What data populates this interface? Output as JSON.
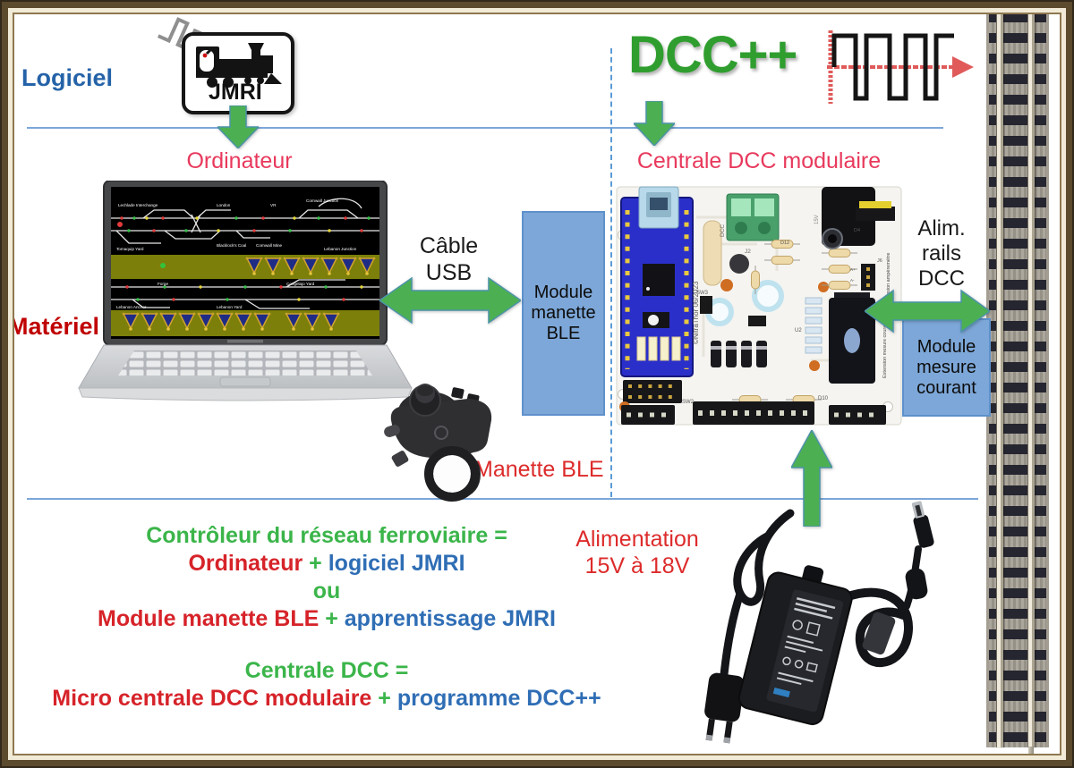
{
  "header": {
    "logiciel": "Logiciel",
    "materiel": "Matériel",
    "jmri_logo": "JMRI",
    "dcc_logo": "DCC++"
  },
  "labels": {
    "ordinateur": "Ordinateur",
    "cable_usb": "Câble USB",
    "module_manette": "Module manette BLE",
    "manette_ble": "Manette BLE",
    "centrale_dcc": "Centrale DCC modulaire",
    "alim_rails": "Alim. rails DCC",
    "module_mesure": "Module mesure courant",
    "alimentation": "Alimentation 15V à 18V"
  },
  "equations": {
    "controleur_title": "Contrôleur du réseau ferroviaire =",
    "eq1_red": "Ordinateur",
    "eq1_plus": " + ",
    "eq1_blue": "logiciel JMRI",
    "ou": "ou",
    "eq2_red": "Module manette BLE",
    "eq2_plus": " + ",
    "eq2_blue": "apprentissage JMRI",
    "centrale_title": "Centrale DCC =",
    "eq3_red": "Micro centrale DCC modulaire",
    "eq3_plus": " + ",
    "eq3_blue": "programme DCC++"
  },
  "pcb": {
    "copyright": "©NitraThor 06/2023",
    "dcc": "DCC",
    "v15": "15V",
    "sw2": "SW2",
    "sw3": "SW3",
    "j2": "J2",
    "j6": "J6",
    "u2": "U2",
    "d4": "D4",
    "d10": "D10",
    "d12": "D12",
    "a_plus": "A+",
    "a_minus": "A-",
    "ext_ampere": "Extension ampèremètre",
    "ext_mesure": "Extension mesure courant"
  },
  "screen": {
    "labels": [
      "Lechlade Interchange",
      "London",
      "VR",
      "Cornwall Junction",
      "Tomaquip Yard",
      "Blacklock's Coal",
      "Cornwall Mine",
      "Lebanon Junction",
      "Forge",
      "Congelajo Yard",
      "Lebanon Anchor",
      "Lebanon Yard"
    ]
  },
  "colors": {
    "arrow_green": "#4cb052",
    "box_blue": "#7da7d8",
    "line_blue": "#7ba6d9",
    "dcc_green": "#2f9e2f",
    "title_blue": "#2563a8",
    "dark_red": "#c00000",
    "pink_red": "#e8395c",
    "pure_red": "#dd2b2b",
    "eq_green": "#3bb54a",
    "eq_red": "#d62329",
    "eq_blue": "#2f6eb5",
    "frame_brown": "#5d4b2e"
  }
}
